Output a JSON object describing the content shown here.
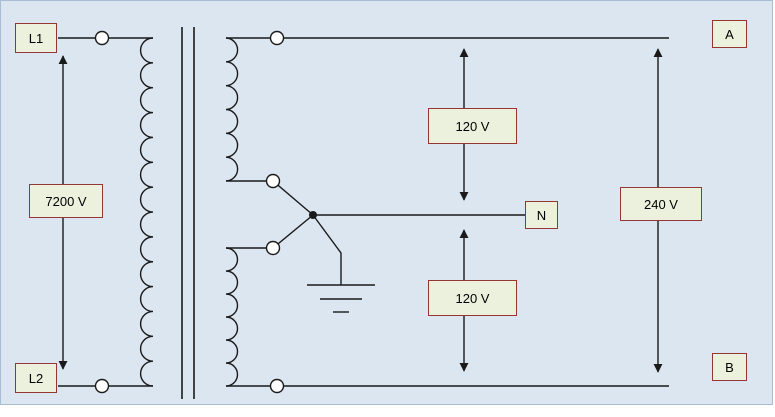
{
  "diagram": {
    "labels": {
      "l1": "L1",
      "l2": "L2",
      "primary_voltage": "7200 V",
      "phase_a": "A",
      "phase_b": "B",
      "neutral": "N",
      "voltage_a_n": "120 V",
      "voltage_n_b": "120 V",
      "voltage_a_b": "240 V"
    },
    "colors": {
      "background": "#dce6f1",
      "label_fill": "#ebf1dd",
      "label_border": "#943634",
      "wire": "#1a1a1a"
    }
  }
}
